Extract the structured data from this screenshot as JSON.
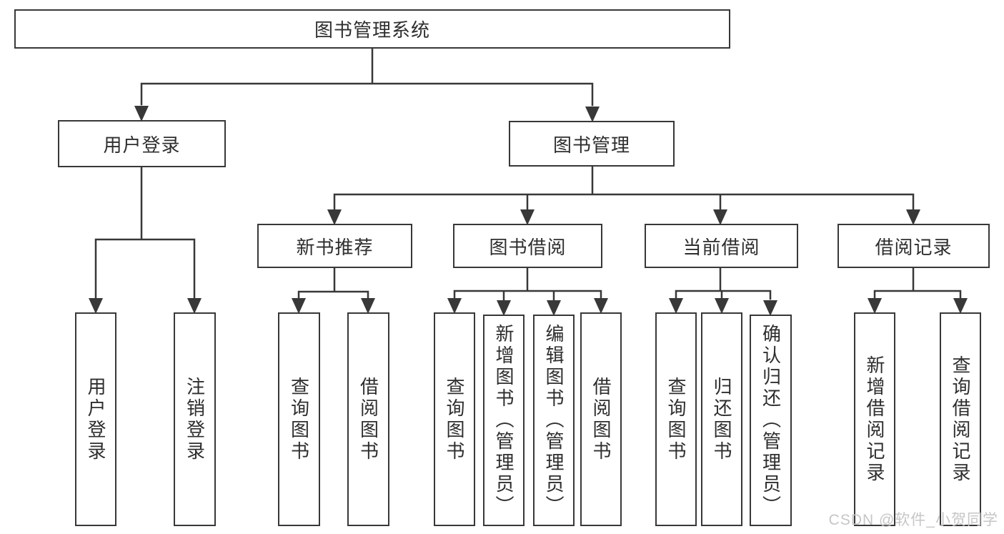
{
  "diagram": {
    "root": {
      "label": "图书管理系统",
      "children": [
        {
          "label": "用户登录",
          "children": [
            {
              "label": "用户登录"
            },
            {
              "label": "注销登录"
            }
          ]
        },
        {
          "label": "图书管理",
          "children": [
            {
              "label": "新书推荐",
              "children": [
                {
                  "label": "查询图书"
                },
                {
                  "label": "借阅图书"
                }
              ]
            },
            {
              "label": "图书借阅",
              "children": [
                {
                  "label": "查询图书"
                },
                {
                  "label": "新增图书（管理员）"
                },
                {
                  "label": "编辑图书（管理员）"
                },
                {
                  "label": "借阅图书"
                }
              ]
            },
            {
              "label": "当前借阅",
              "children": [
                {
                  "label": "查询图书"
                },
                {
                  "label": "归还图书"
                },
                {
                  "label": "确认归还（管理员）"
                }
              ]
            },
            {
              "label": "借阅记录",
              "children": [
                {
                  "label": "新增借阅记录"
                },
                {
                  "label": "查询借阅记录"
                }
              ]
            }
          ]
        }
      ]
    },
    "watermark": "CSDN @软件_小贺同学",
    "colors": {
      "line": "#383838",
      "text": "#2e2e2e",
      "background": "#ffffff",
      "watermark": "#c6c6c6"
    }
  }
}
